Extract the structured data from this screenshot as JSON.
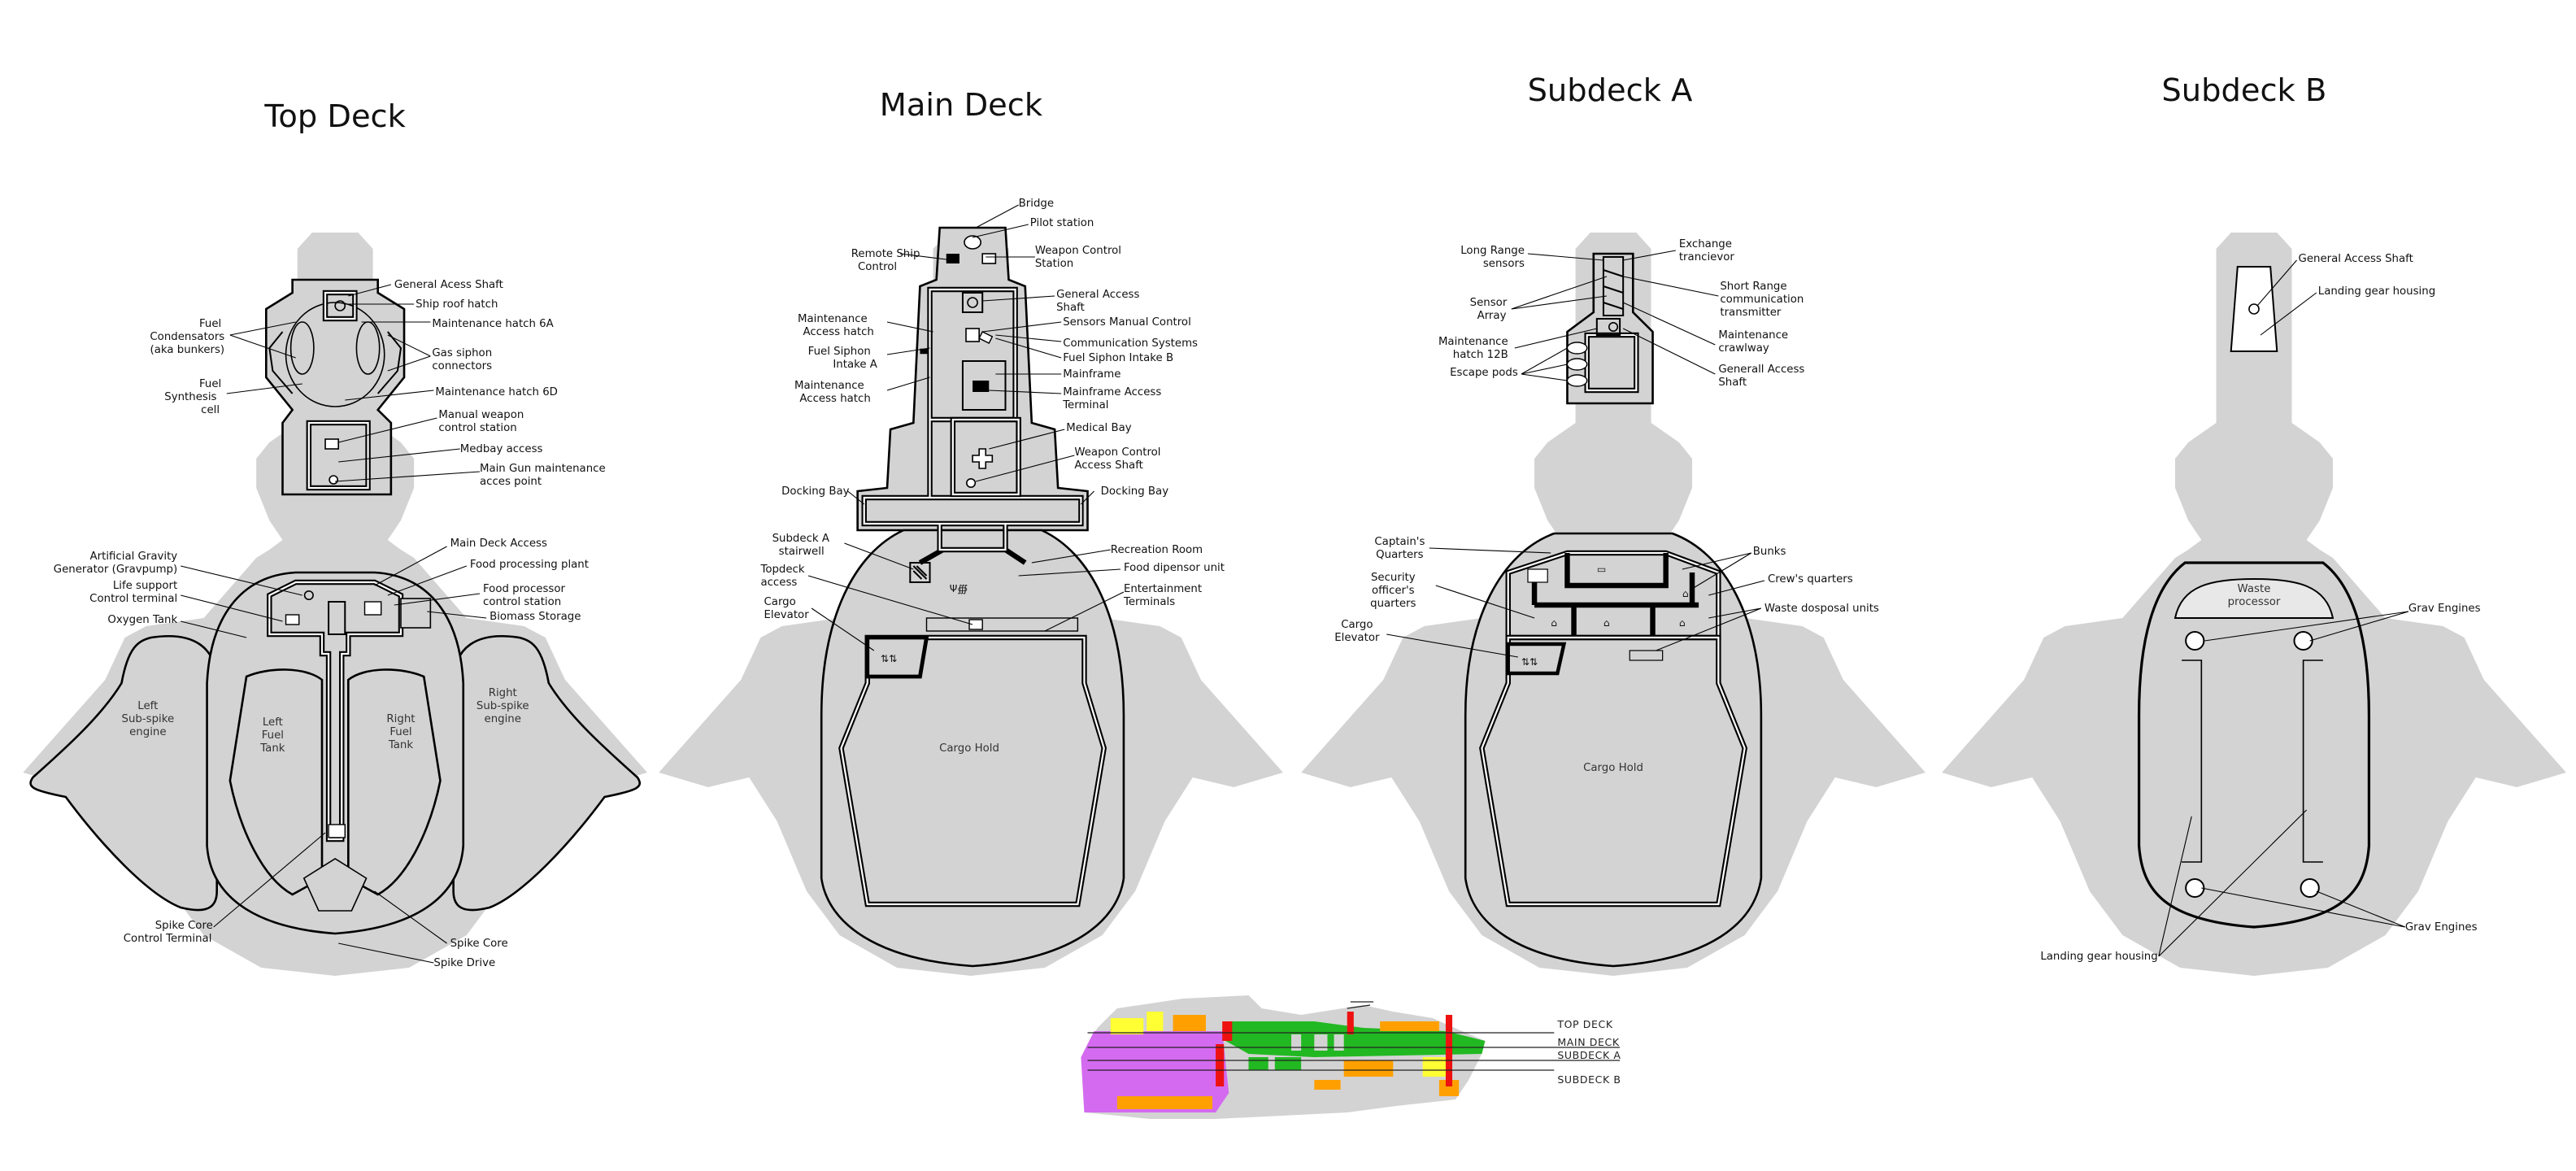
{
  "decks": {
    "top": {
      "title": "Top Deck",
      "labels": {
        "general_access_shaft": "General Acess Shaft",
        "ship_roof_hatch": "Ship roof hatch",
        "maintenance_hatch_6a": "Maintenance hatch 6A",
        "fuel_condensators_1": "Fuel",
        "fuel_condensators_2": "Condensators",
        "fuel_condensators_3": "(aka bunkers)",
        "gas_siphon_1": "Gas siphon",
        "gas_siphon_2": "connectors",
        "fuel_synthesis_1": "Fuel",
        "fuel_synthesis_2": "Synthesis",
        "fuel_synthesis_3": "cell",
        "maintenance_hatch_6d": "Maintenance hatch 6D",
        "manual_weapon_1": "Manual weapon",
        "manual_weapon_2": "control station",
        "medbay_access": "Medbay access",
        "main_gun_1": "Main Gun maintenance",
        "main_gun_2": "acces point",
        "main_deck_access": "Main Deck Access",
        "food_processing_plant": "Food processing plant",
        "food_processor_1": "Food processor",
        "food_processor_2": "control station",
        "biomass_storage": "Biomass Storage",
        "artificial_gravity_1": "Artificial Gravity",
        "artificial_gravity_2": "Generator (Gravpump)",
        "life_support_1": "Life support",
        "life_support_2": "Control terminal",
        "oxygen_tank": "Oxygen Tank",
        "left_sub_spike_1": "Left",
        "left_sub_spike_2": "Sub-spike",
        "left_sub_spike_3": "engine",
        "left_fuel_1": "Left",
        "left_fuel_2": "Fuel",
        "left_fuel_3": "Tank",
        "right_fuel_1": "Right",
        "right_fuel_2": "Fuel",
        "right_fuel_3": "Tank",
        "right_sub_spike_1": "Right",
        "right_sub_spike_2": "Sub-spike",
        "right_sub_spike_3": "engine",
        "spike_core_terminal_1": "Spike Core",
        "spike_core_terminal_2": "Control Terminal",
        "spike_core": "Spike Core",
        "spike_drive": "Spike Drive"
      }
    },
    "main": {
      "title": "Main Deck",
      "labels": {
        "bridge": "Bridge",
        "pilot_station": "Pilot station",
        "remote_ship_1": "Remote Ship",
        "remote_ship_2": "Control",
        "weapon_control_1": "Weapon Control",
        "weapon_control_2": "Station",
        "general_access_1": "General Access",
        "general_access_2": "Shaft",
        "maintenance_access_1": "Maintenance",
        "maintenance_access_2": "Access hatch",
        "sensors_manual": "Sensors Manual Control",
        "communication": "Communication Systems",
        "fuel_siphon_b": "Fuel Siphon Intake B",
        "fuel_siphon_a_1": "Fuel Siphon",
        "fuel_siphon_a_2": "Intake A",
        "mainframe": "Mainframe",
        "maintenance_access2_1": "Maintenance",
        "maintenance_access2_2": "Access hatch",
        "mainframe_access_1": "Mainframe Access",
        "mainframe_access_2": "Terminal",
        "medical_bay": "Medical Bay",
        "weapon_shaft_1": "Weapon Control",
        "weapon_shaft_2": "Access Shaft",
        "docking_bay_left": "Docking Bay",
        "docking_bay_right": "Docking Bay",
        "subdeck_stairwell_1": "Subdeck A",
        "subdeck_stairwell_2": "stairwell",
        "recreation_room": "Recreation Room",
        "topdeck_access_1": "Topdeck",
        "topdeck_access_2": "access",
        "food_dispenser": "Food dipensor unit",
        "cargo_elevator_1": "Cargo",
        "cargo_elevator_2": "Elevator",
        "entertainment_1": "Entertainment",
        "entertainment_2": "Terminals",
        "cargo_hold": "Cargo  Hold"
      }
    },
    "suba": {
      "title": "Subdeck A",
      "labels": {
        "long_range_1": "Long Range",
        "long_range_2": "sensors",
        "exchange_1": "Exchange",
        "exchange_2": "trancievor",
        "sensor_array_1": "Sensor",
        "sensor_array_2": "Array",
        "short_range_1": "Short Range",
        "short_range_2": "communication",
        "short_range_3": "transmitter",
        "maintenance_12b_1": "Maintenance",
        "maintenance_12b_2": "hatch 12B",
        "maintenance_crawlway_1": "Maintenance",
        "maintenance_crawlway_2": "crawlway",
        "escape_pods": "Escape pods",
        "general_access_1": "Generall Access",
        "general_access_2": "Shaft",
        "captains_1": "Captain's",
        "captains_2": "Quarters",
        "bunks": "Bunks",
        "security_1": "Security",
        "security_2": "officer's",
        "security_3": "quarters",
        "crews_quarters": "Crew's quarters",
        "waste_disposal": "Waste dosposal units",
        "cargo_elevator_1": "Cargo",
        "cargo_elevator_2": "Elevator",
        "cargo_hold": "Cargo Hold"
      }
    },
    "subb": {
      "title": "Subdeck B",
      "labels": {
        "general_access": "General Access Shaft",
        "landing_gear_top": "Landing gear housing",
        "waste_processor_1": "Waste",
        "waste_processor_2": "processor",
        "grav_engines_top": "Grav Engines",
        "grav_engines_bottom": "Grav Engines",
        "landing_gear_bottom": "Landing gear housing"
      }
    }
  },
  "cross_section": {
    "labels": [
      "TOP DECK",
      "MAIN DECK",
      "SUBDECK A",
      "SUBDECK B"
    ],
    "colors": {
      "hull": "#d3d3d3",
      "purple": "#d46af0",
      "green": "#22b822",
      "orange": "#ffa000",
      "yellow": "#ffff33",
      "red": "#ee1111"
    }
  }
}
